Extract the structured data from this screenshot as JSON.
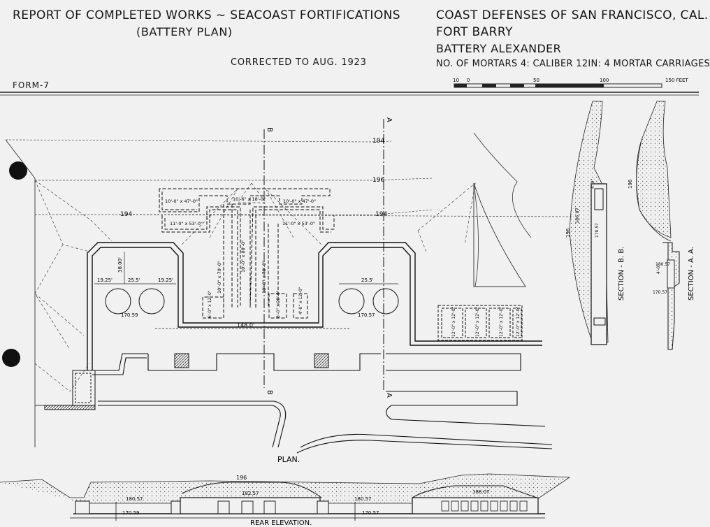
{
  "header": {
    "report_title": "REPORT OF COMPLETED WORKS ~ SEACOAST FORTIFICATIONS",
    "plan_type": "(BATTERY PLAN)",
    "corrected": "CORRECTED TO AUG. 1923",
    "form": "FORM-7",
    "district": "COAST DEFENSES OF SAN FRANCISCO, CAL.",
    "fort": "FORT BARRY",
    "battery": "BATTERY ALEXANDER",
    "armament": "NO. OF MORTARS 4: CALIBER 12IN: 4 MORTAR CARRIAGES"
  },
  "scale": {
    "ticks": [
      "10",
      "0",
      "50",
      "100",
      "150 FEET"
    ]
  },
  "plan": {
    "title": "PLAN.",
    "contours": [
      "194",
      "196",
      "194",
      "194"
    ],
    "section_letters": {
      "b_top": "B",
      "a_top": "A",
      "b_bottom": "B",
      "a_bottom": "A"
    },
    "rooms": [
      "10'-0\" x 47'-0\"",
      "10'-6\" x 18'-0\"",
      "10'-0\" x 47'-0\"",
      "11'-0\" x 53'-0\"",
      "11'-0\" x 53'-0\""
    ],
    "corridors": [
      "10'-0\" x 70'-0\"",
      "10'-0\" x 88'-0\"",
      "10'-0\" x 70'-0\""
    ],
    "small_rooms": [
      "6'-0\" x 12'-0\"",
      "8'-0\" x 20'-0\"",
      "4'-0\" x 12'-0\""
    ],
    "pit_dims": [
      "19.25'",
      "25.5'",
      "19.25'",
      "38.00'",
      "25.5'"
    ],
    "elevations": [
      "170.59",
      "170.57"
    ],
    "overall": "148.0'",
    "magazines": [
      "12'-0\" x 12'-0\"",
      "12'-0\" x 12'-0\"",
      "12'-0\" x 12'-0\"",
      "12'-0\" x 12'-0\""
    ]
  },
  "sections": {
    "bb": {
      "title": "SECTION - B. B.",
      "contour": "196",
      "labels": [
        "186.07",
        "4'-0\"",
        "170.57"
      ]
    },
    "aa": {
      "title": "SECTION - A. A.",
      "contour": "196",
      "labels": [
        "180.57",
        "4'-0\"",
        "170.57"
      ]
    }
  },
  "elevation": {
    "title": "REAR ELEVATION.",
    "contour": "196",
    "labels": [
      "180.57",
      "182.57",
      "180.57",
      "188.07",
      "170.59",
      "170.57"
    ]
  }
}
